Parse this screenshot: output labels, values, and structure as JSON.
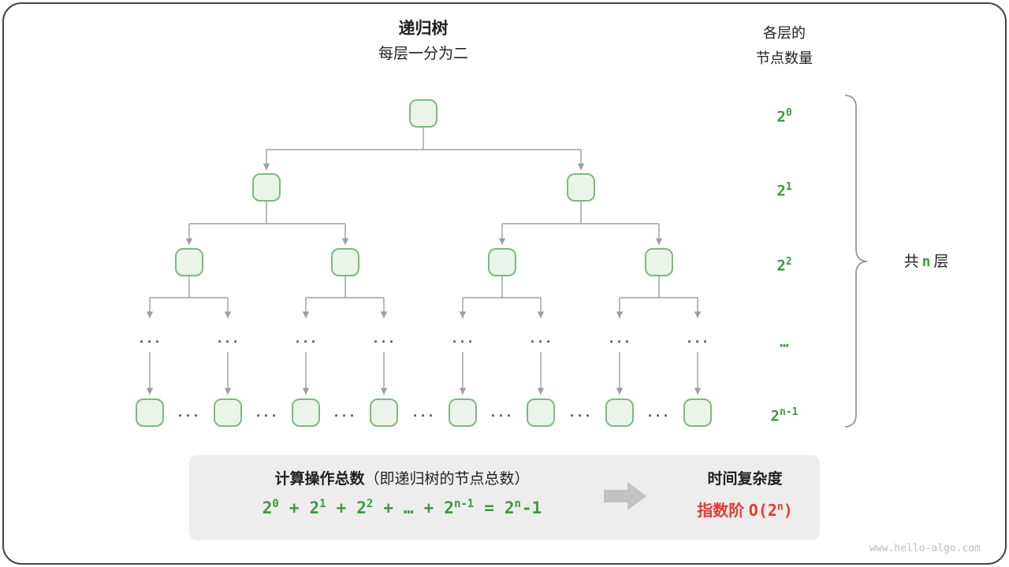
{
  "colors": {
    "green_text": "#3C9A3F",
    "node_fill": "#EAF4EA",
    "node_border": "#7FB97F",
    "red_text": "#E53935",
    "edge_gray": "#9E9E9E",
    "box_gray": "#EDEDED"
  },
  "header": {
    "title": "递归树",
    "subtitle": "每层一分为二",
    "right_col_line1": "各层的",
    "right_col_line2": "节点数量"
  },
  "tree": {
    "ellipsis": "...",
    "level_labels": [
      {
        "base": "2",
        "exp": "0"
      },
      {
        "base": "2",
        "exp": "1"
      },
      {
        "base": "2",
        "exp": "2"
      },
      {
        "base": "…",
        "exp": ""
      },
      {
        "base": "2",
        "exp": "n-1"
      }
    ]
  },
  "brace": {
    "prefix": "共",
    "n": "n",
    "suffix": "层"
  },
  "summary": {
    "left_title_bold": "计算操作总数",
    "left_title_note": "（即递归树的节点总数）",
    "formula": [
      {
        "base": "2",
        "exp": "0"
      },
      {
        "op": "+"
      },
      {
        "base": "2",
        "exp": "1"
      },
      {
        "op": "+"
      },
      {
        "base": "2",
        "exp": "2"
      },
      {
        "op": "+"
      },
      {
        "op": "…"
      },
      {
        "op": "+"
      },
      {
        "base": "2",
        "exp": "n-1"
      },
      {
        "op": "="
      },
      {
        "base": "2",
        "exp": "n",
        "suffix": "-1"
      }
    ],
    "right_title": "时间复杂度",
    "complexity": {
      "label": "指数阶",
      "o_prefix": "O(2",
      "exp": "n",
      "suffix": ")"
    }
  },
  "watermark": "www.hello-algo.com"
}
